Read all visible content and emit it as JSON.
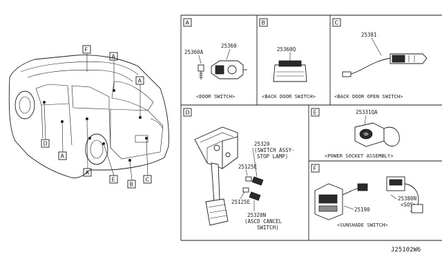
{
  "panels": {
    "A": {
      "letter": "A",
      "parts": [
        "25360A",
        "25360"
      ],
      "caption": "<DOOR SWITCH>"
    },
    "B": {
      "letter": "B",
      "parts": [
        "25360Q"
      ],
      "caption": "<BACK DOOR SWITCH>"
    },
    "C": {
      "letter": "C",
      "parts": [
        "25381"
      ],
      "caption": "<BACK DOOR OPEN SWITCH>"
    },
    "D": {
      "letter": "D",
      "parts": [
        "25320",
        "(SWITCH ASSY-",
        "STOP LAMP)",
        "25125E",
        "25125E",
        "25320N",
        "(ASCD CANCEL",
        "SWITCH)"
      ]
    },
    "E": {
      "letter": "E",
      "parts": [
        "25331QA"
      ],
      "caption": "<POWER SOCKET ASSEMBLY>"
    },
    "F": {
      "letter": "F",
      "parts": [
        "25190",
        "25380N",
        "<SOS>"
      ],
      "caption": "<SUNSHADE SWITCH>"
    }
  },
  "vehicle_callouts": [
    "F",
    "A",
    "A",
    "D",
    "A",
    "A",
    "E",
    "B",
    "C"
  ],
  "figure_code": "J25102W6"
}
